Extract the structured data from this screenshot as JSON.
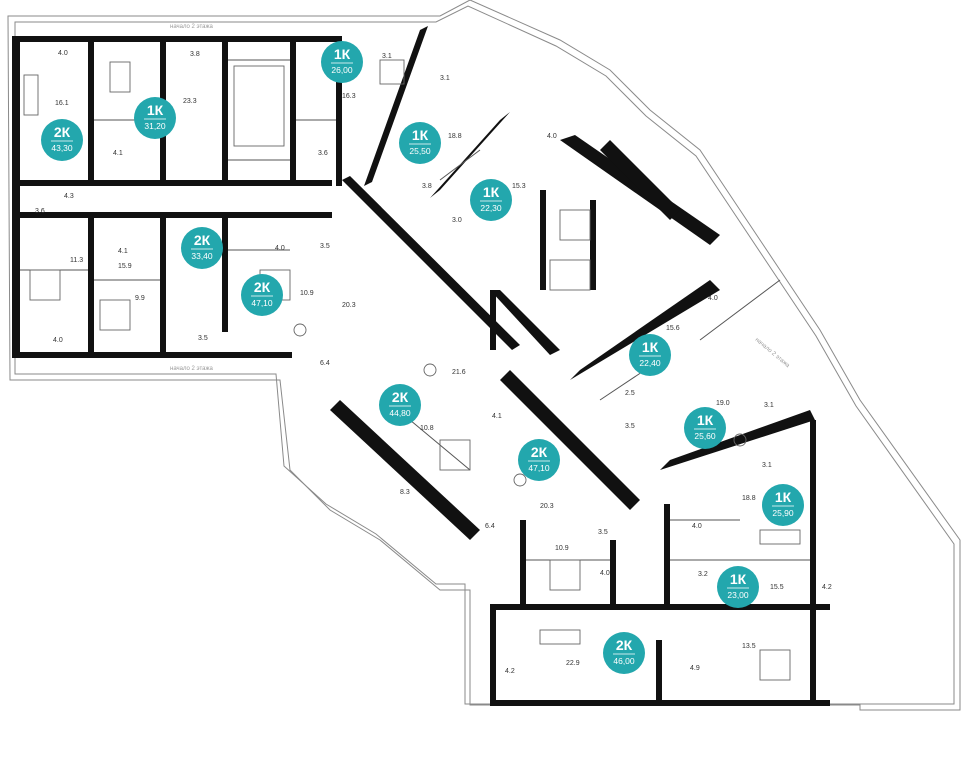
{
  "colors": {
    "badge": "#23a7ad",
    "wall": "#111111",
    "outline": "#8a8a8a"
  },
  "floor_notes": [
    "начало 2 этажа",
    "начало 2 этажа",
    "начало 2 этажа"
  ],
  "apartments": [
    {
      "id": "a1",
      "type": "2К",
      "area": "43,30"
    },
    {
      "id": "a2",
      "type": "1К",
      "area": "31,20"
    },
    {
      "id": "a3",
      "type": "1К",
      "area": "26,00"
    },
    {
      "id": "a4",
      "type": "1К",
      "area": "25,50"
    },
    {
      "id": "a5",
      "type": "1К",
      "area": "22,30"
    },
    {
      "id": "a6",
      "type": "2К",
      "area": "33,40"
    },
    {
      "id": "a7",
      "type": "2К",
      "area": "47,10"
    },
    {
      "id": "a8",
      "type": "2К",
      "area": "44,80"
    },
    {
      "id": "a9",
      "type": "2К",
      "area": "47,10"
    },
    {
      "id": "a10",
      "type": "1К",
      "area": "22,40"
    },
    {
      "id": "a11",
      "type": "1К",
      "area": "25,60"
    },
    {
      "id": "a12",
      "type": "1К",
      "area": "25,90"
    },
    {
      "id": "a13",
      "type": "1К",
      "area": "23,00"
    },
    {
      "id": "a14",
      "type": "2К",
      "area": "46,00"
    }
  ],
  "rooms": [
    "4.0",
    "16.1",
    "4.3",
    "3.8",
    "23.3",
    "4.1",
    "3.6",
    "11.3",
    "4.0",
    "3.1",
    "16.3",
    "3.6",
    "3.1",
    "18.8",
    "3.8",
    "3.0",
    "15.3",
    "4.0",
    "4.1",
    "15.9",
    "9.9",
    "3.5",
    "4.0",
    "10.9",
    "3.5",
    "20.3",
    "6.4",
    "21.6",
    "10.8",
    "4.1",
    "8.3",
    "20.3",
    "6.4",
    "10.9",
    "3.5",
    "4.0",
    "15.6",
    "4.0",
    "2.5",
    "19.0",
    "3.5",
    "3.1",
    "3.1",
    "18.8",
    "4.0",
    "3.2",
    "15.5",
    "4.2",
    "22.9",
    "4.2",
    "4.9",
    "13.5"
  ]
}
